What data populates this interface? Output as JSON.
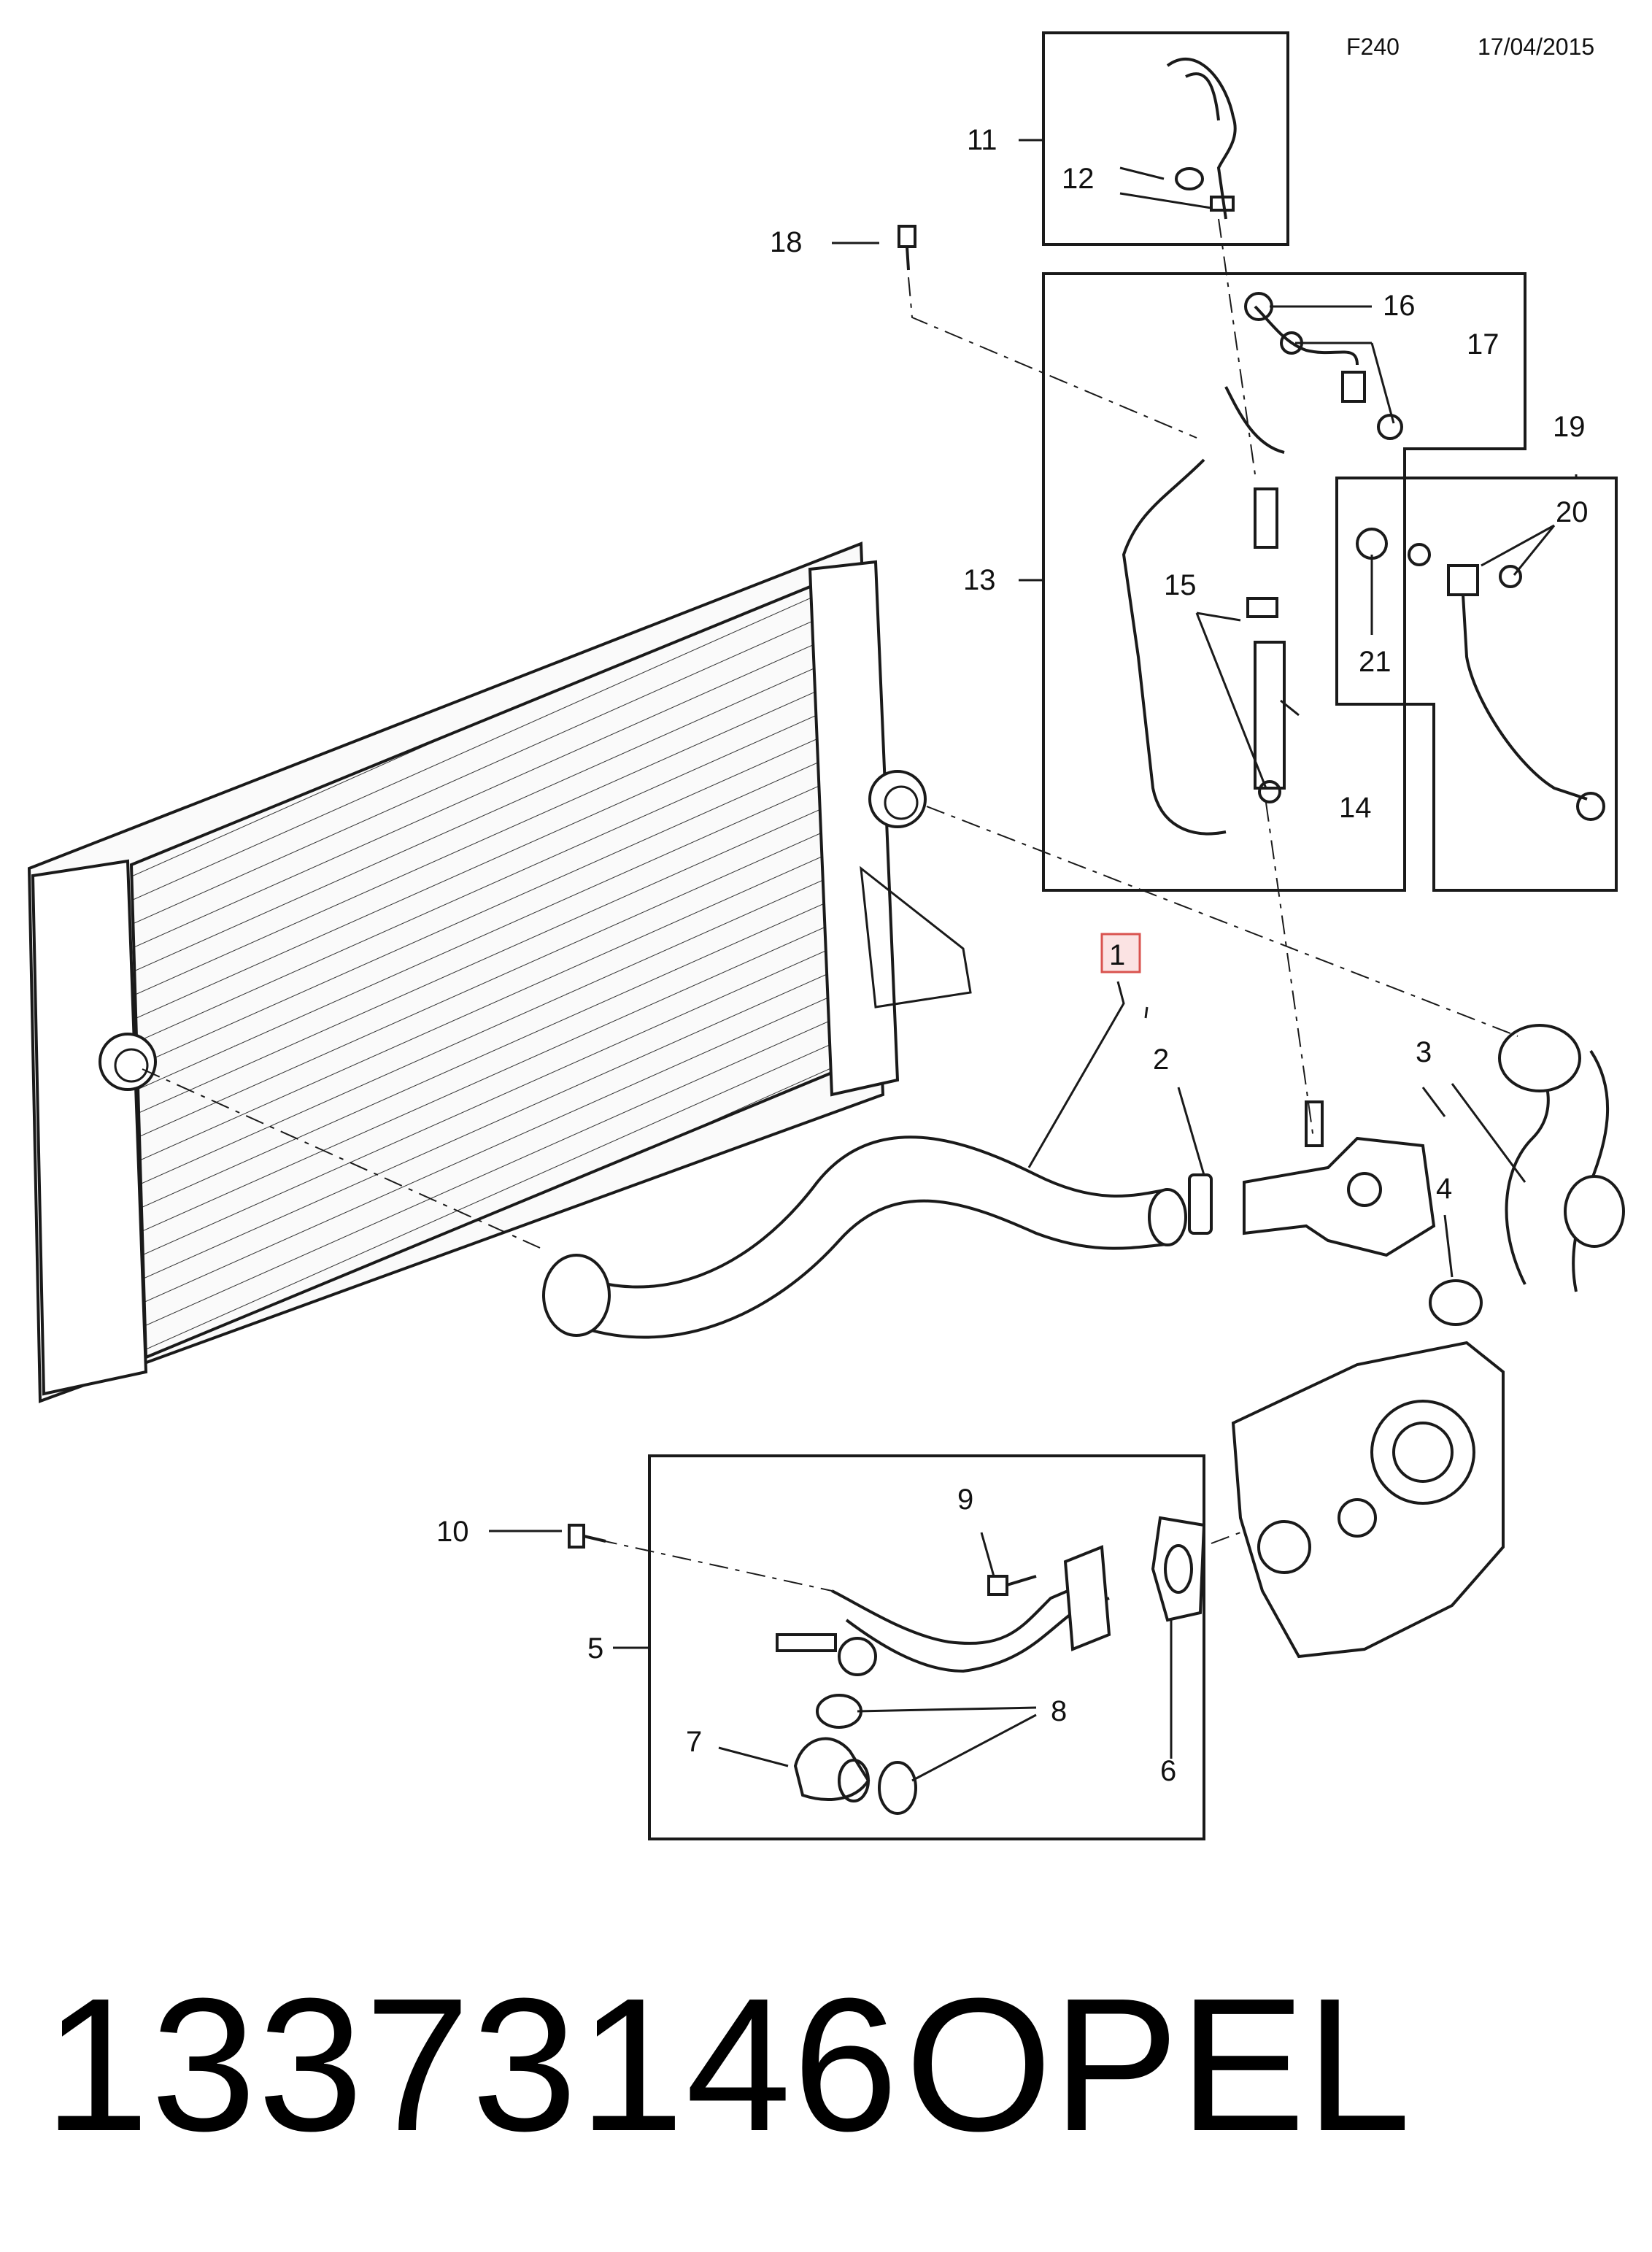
{
  "header": {
    "figure_code": "F240",
    "date": "17/04/2015"
  },
  "callouts": [
    "1",
    "2",
    "3",
    "4",
    "5",
    "6",
    "7",
    "8",
    "9",
    "10",
    "11",
    "12",
    "13",
    "14",
    "15",
    "16",
    "17",
    "18",
    "19",
    "20",
    "21"
  ],
  "highlighted_callout": "1",
  "footer": {
    "part_number": "13373146",
    "brand": "OPEL"
  },
  "colors": {
    "line": "#1a1a1a",
    "highlight": "#d9534f",
    "highlight_fill": "#fbe3e3"
  }
}
